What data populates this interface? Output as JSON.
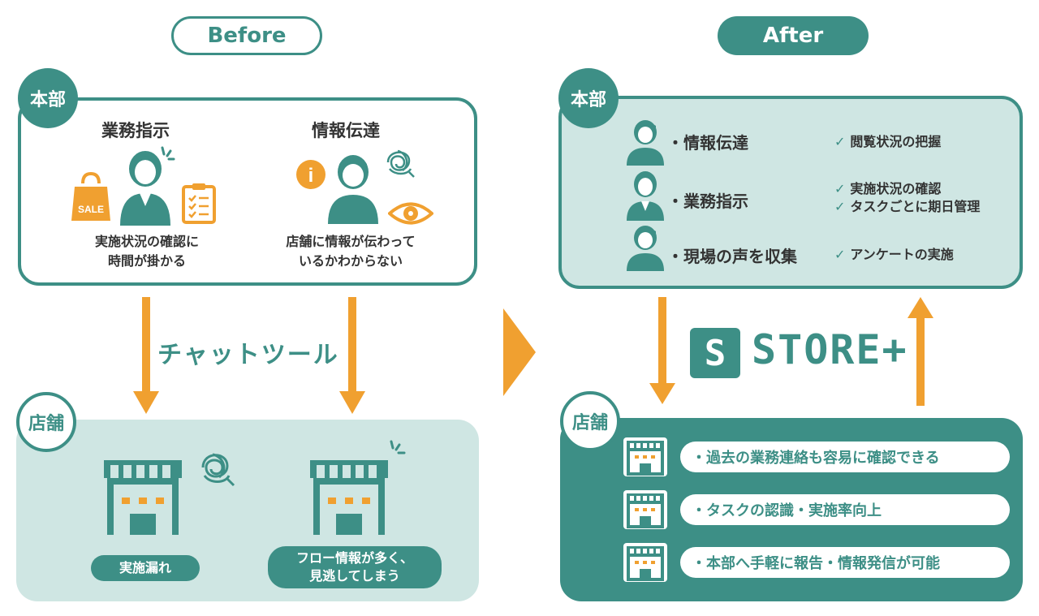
{
  "labels": {
    "before": "Before",
    "after": "After"
  },
  "before": {
    "hq_badge": "本部",
    "store_badge": "店舗",
    "hq_left": {
      "title": "業務指示",
      "sale_tag": "SALE",
      "caption_lines": [
        "実施状況の確認に",
        "時間が掛かる"
      ]
    },
    "hq_right": {
      "title": "情報伝達",
      "info_mark": "i",
      "caption_lines": [
        "店舗に情報が伝わって",
        "いるかわからない"
      ]
    },
    "channel": "チャットツール",
    "store_left": {
      "label": "実施漏れ"
    },
    "store_right": {
      "label_lines": [
        "フロー情報が多く、",
        "見逃してしまう"
      ]
    }
  },
  "after": {
    "hq_badge": "本部",
    "store_badge": "店舗",
    "items": [
      {
        "label": "・情報伝達",
        "checks": [
          "閲覧状況の把握"
        ]
      },
      {
        "label": "・業務指示",
        "checks": [
          "実施状況の確認",
          "タスクごとに期日管理"
        ]
      },
      {
        "label": "・現場の声を収集",
        "checks": [
          "アンケートの実施"
        ]
      }
    ],
    "check_mark": "✓",
    "logo": {
      "mark": "S",
      "name": "STORE+"
    },
    "store_items": [
      "・過去の業務連絡も容易に確認できる",
      "・タスクの認識・実施率向上",
      "・本部へ手軽に報告・情報発信が可能"
    ]
  },
  "colors": {
    "teal": "#3d8f86",
    "orange": "#f0a030",
    "light_teal": "#cfe6e3"
  }
}
